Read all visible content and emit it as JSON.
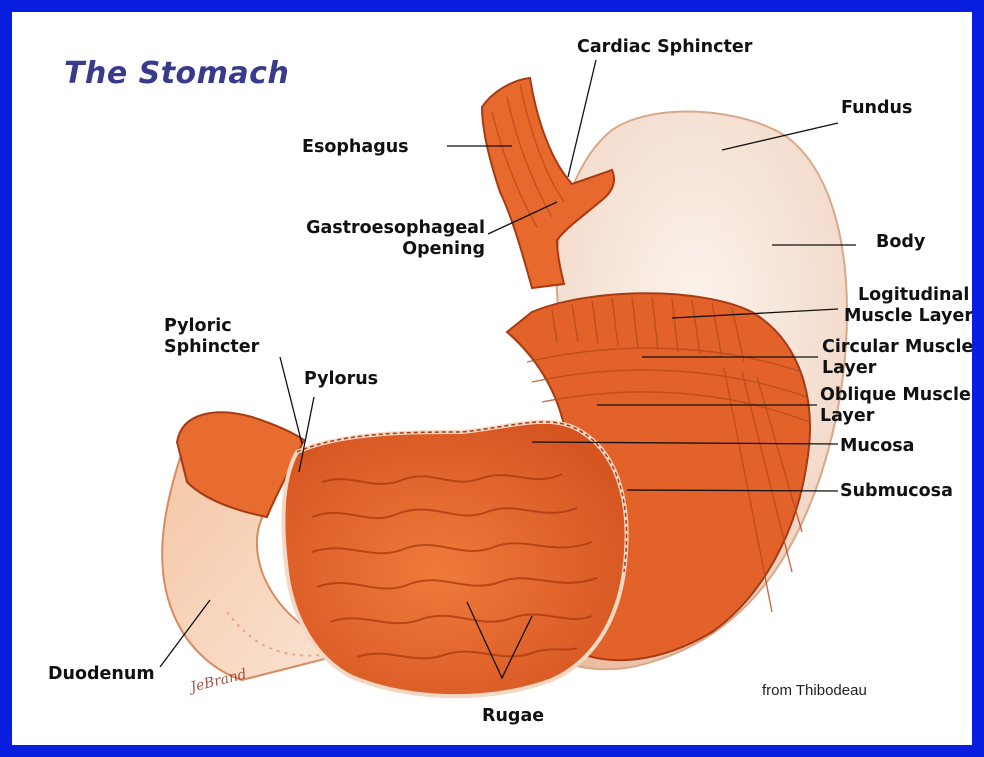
{
  "title": "The Stomach",
  "labels": {
    "cardiac_sphincter": "Cardiac Sphincter",
    "esophagus": "Esophagus",
    "fundus": "Fundus",
    "gastroesophageal_1": "Gastroesophageal",
    "gastroesophageal_2": "Opening",
    "body": "Body",
    "longitudinal_1": "Logitudinal",
    "longitudinal_2": "Muscle Layer",
    "pyloric_1": "Pyloric",
    "pyloric_2": "Sphincter",
    "pylorus": "Pylorus",
    "circular_1": "Circular Muscle",
    "circular_2": "Layer",
    "oblique_1": "Oblique Muscle",
    "oblique_2": "Layer",
    "mucosa": "Mucosa",
    "submucosa": "Submucosa",
    "duodenum": "Duodenum",
    "rugae": "Rugae"
  },
  "credit": "from Thibodeau",
  "signature": "JeBrand",
  "colors": {
    "border": "#0a1ee0",
    "title": "#383a8c",
    "tissue": "#e8652c",
    "tissue_dark": "#c8461a",
    "serosa": "#f2e0d4"
  }
}
